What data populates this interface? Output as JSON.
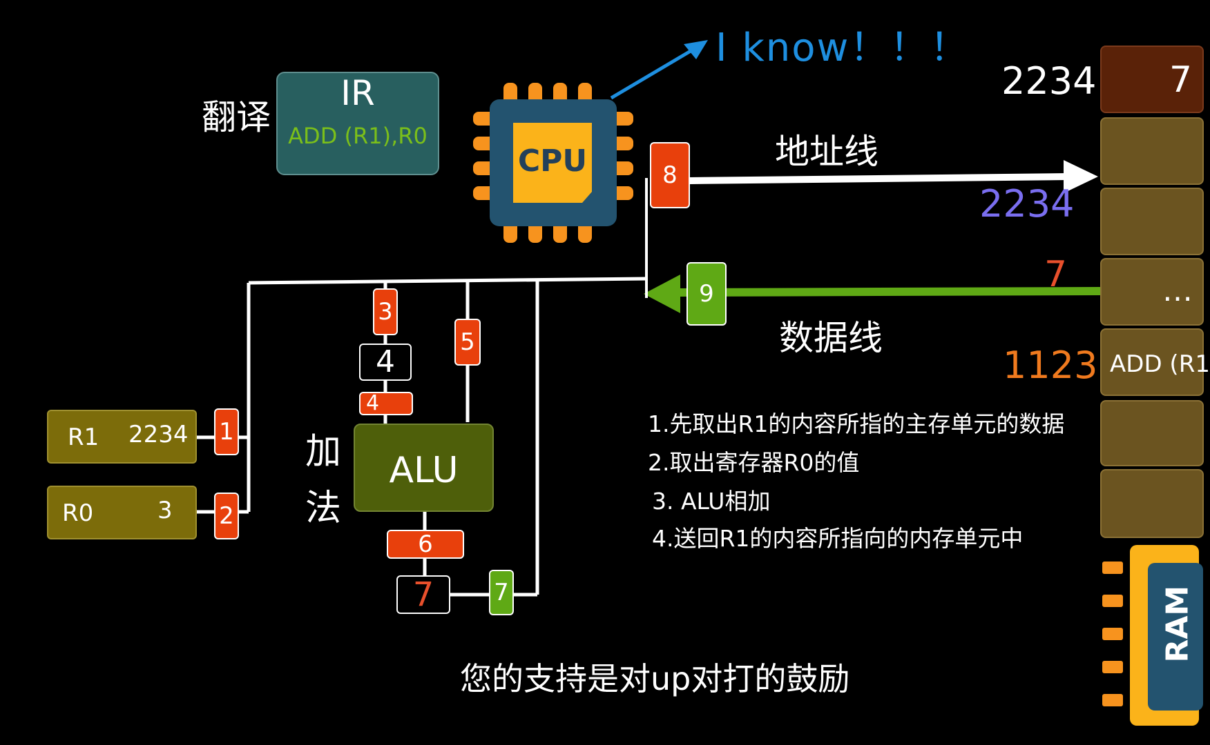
{
  "title_arrow_text": "I know！！！",
  "ir": {
    "label": "IR",
    "instruction": "ADD (R1),R0",
    "side_label": "翻译"
  },
  "cpu": {
    "label": "CPU"
  },
  "address_bus": {
    "label": "地址线",
    "value": "2234",
    "tag": "8"
  },
  "data_bus": {
    "label": "数据线",
    "value": "7",
    "tag": "9"
  },
  "registers": [
    {
      "name": "R1",
      "value": "2234",
      "tag": "1"
    },
    {
      "name": "R0",
      "value": "3",
      "tag": "2"
    }
  ],
  "alu": {
    "label": "ALU",
    "side_label_1": "加",
    "side_label_2": "法"
  },
  "flow_tags": {
    "t3": "3",
    "box4": "4",
    "t4": "4",
    "t5": "5",
    "t6": "6",
    "box7": "7",
    "t7": "7"
  },
  "memory": {
    "cells": [
      {
        "address": "2234",
        "content": "7"
      },
      {
        "address": "",
        "content": ""
      },
      {
        "address": "",
        "content": ""
      },
      {
        "address": "",
        "content": "…"
      },
      {
        "address": "1123",
        "content": "ADD (R1"
      },
      {
        "address": "",
        "content": ""
      },
      {
        "address": "",
        "content": ""
      }
    ],
    "chip_label": "RAM"
  },
  "steps": [
    "1.先取出R1的内容所指的主存单元的数据",
    "2.取出寄存器R0的值",
    "3. ALU相加",
    "4.送回R1的内容所指向的内存单元中"
  ],
  "subtitle": "您的支持是对up对打的鼓励",
  "colors": {
    "accent_blue": "#1e8fe0",
    "red_tag": "#e8400c",
    "green_tag": "#5fa915",
    "alu": "#4e5f0a",
    "ir": "#285f5f"
  }
}
